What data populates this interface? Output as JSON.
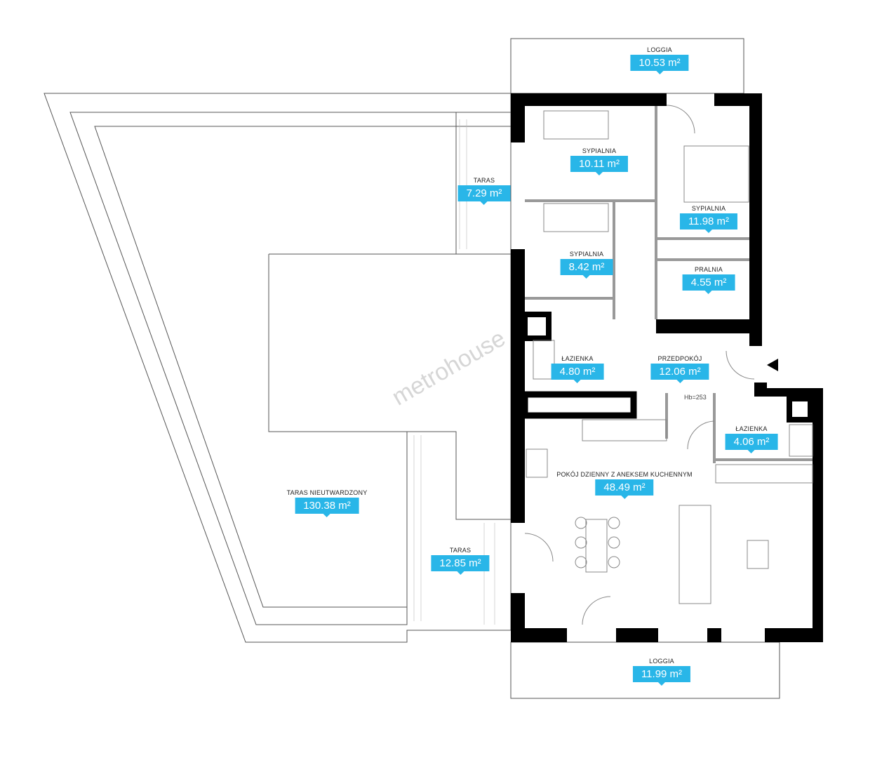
{
  "watermark": "metrohouse",
  "ceiling_height": "Hb=253",
  "accent_color": "#29b6e8",
  "rooms": [
    {
      "name": "LOGGIA",
      "area": "10.53 m²"
    },
    {
      "name": "SYPIALNIA",
      "area": "10.11 m²"
    },
    {
      "name": "TARAS",
      "area": "7.29 m²"
    },
    {
      "name": "SYPIALNIA",
      "area": "11.98 m²"
    },
    {
      "name": "SYPIALNIA",
      "area": "8.42 m²"
    },
    {
      "name": "PRALNIA",
      "area": "4.55 m²"
    },
    {
      "name": "ŁAZIENKA",
      "area": "4.80 m²"
    },
    {
      "name": "PRZEDPOKÓJ",
      "area": "12.06 m²"
    },
    {
      "name": "ŁAZIENKA",
      "area": "4.06 m²"
    },
    {
      "name": "POKÓJ DZIENNY Z ANEKSEM KUCHENNYM",
      "area": "48.49 m²"
    },
    {
      "name": "TARAS NIEUTWARDZONY",
      "area": "130.38 m²"
    },
    {
      "name": "TARAS",
      "area": "12.85 m²"
    },
    {
      "name": "LOGGIA",
      "area": "11.99 m²"
    }
  ]
}
